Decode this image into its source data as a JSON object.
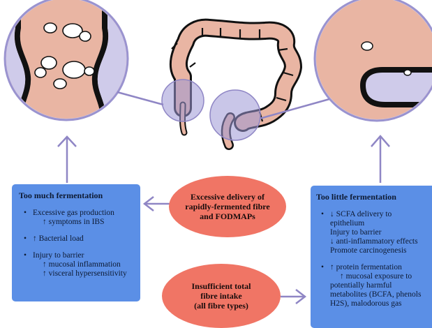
{
  "colors": {
    "box_blue": "#5b8fe6",
    "pill_red": "#f07565",
    "arrow_lavender": "#8f86c5",
    "colon_pink": "#e9b5a3",
    "circle_bg": "#cfcbea"
  },
  "left_box": {
    "title": "Too much fermentation",
    "items": [
      {
        "lines": [
          "Excessive gas production",
          "↑ symptoms in IBS"
        ]
      },
      {
        "lines": [
          "↑ Bacterial load"
        ]
      },
      {
        "lines": [
          "Injury to barrier",
          "↑ mucosal inflammation",
          "↑ visceral hypersensitivity"
        ]
      }
    ]
  },
  "right_box": {
    "title": "Too little fermentation",
    "items": [
      {
        "lines": [
          "↓ SCFA delivery to",
          "epithelium",
          "Injury to barrier",
          "↓ anti-inflammatory effects",
          "Promote carcinogenesis"
        ]
      },
      {
        "lines": [
          "↑ protein fermentation",
          "↑ mucosal exposure to",
          "potentially harmful",
          "metabolites (BCFA, phenols",
          "H2S), malodorous gas"
        ]
      }
    ]
  },
  "pill_top": {
    "lines": [
      "Excessive delivery of",
      "rapidly-fermented fibre",
      "and FODMAPs"
    ]
  },
  "pill_bottom": {
    "lines": [
      "Insufficient total",
      "fibre intake",
      "(all fibre types)"
    ]
  }
}
